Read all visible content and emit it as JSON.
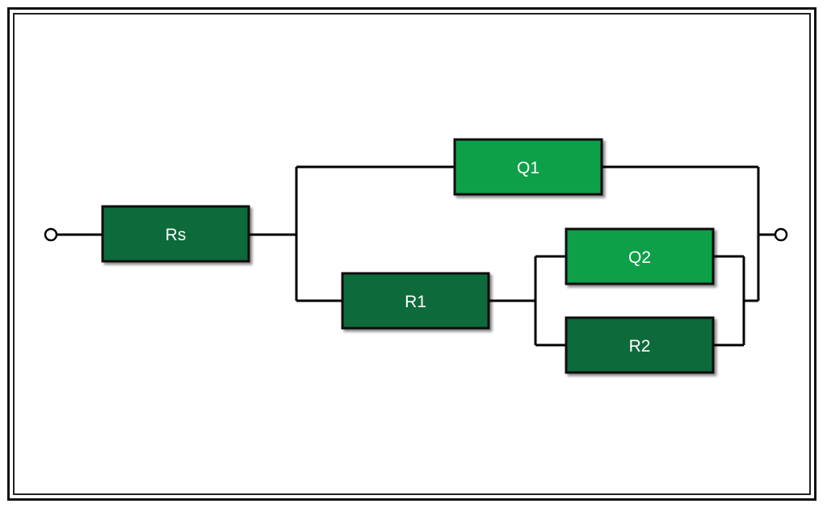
{
  "colors": {
    "wire": "#000000",
    "block_dark": "#0b6b3a",
    "block_light": "#08a048",
    "block_border": "#0a0a0a",
    "label_text": "#ffffff",
    "terminal_fill": "#ffffff"
  },
  "blocks": {
    "rs": {
      "label": "Rs",
      "shade": "dark"
    },
    "q1": {
      "label": "Q1",
      "shade": "light"
    },
    "r1": {
      "label": "R1",
      "shade": "dark"
    },
    "q2": {
      "label": "Q2",
      "shade": "light"
    },
    "r2": {
      "label": "R2",
      "shade": "dark"
    }
  },
  "terminals": [
    "input-terminal",
    "output-terminal"
  ]
}
